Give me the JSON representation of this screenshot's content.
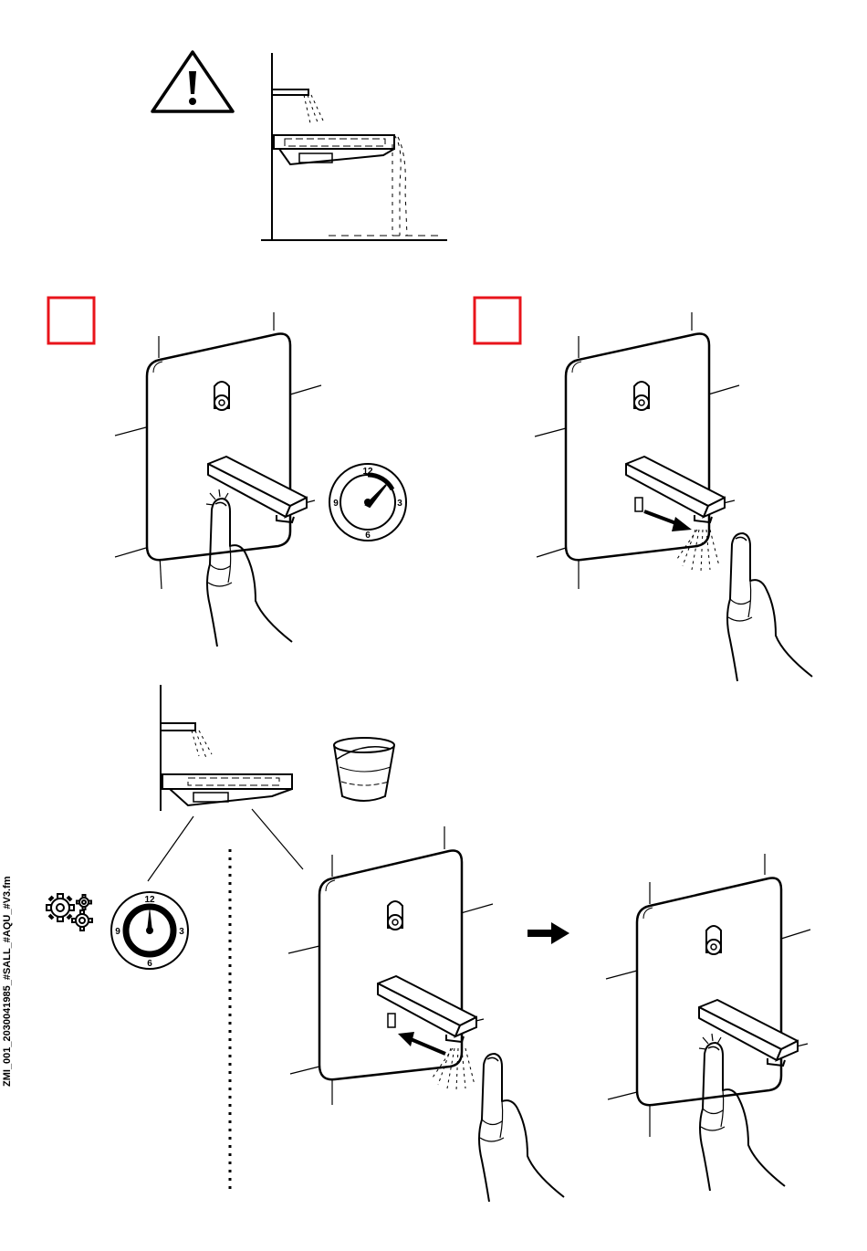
{
  "side_label": "ZMI_001_2030041985_#SALL_#AQU_#V3.fm",
  "colors": {
    "step_box": "#e8141b",
    "ink": "#000000"
  },
  "dial_numbers": [
    "12",
    "3",
    "6",
    "9"
  ],
  "icons": [
    "warning-triangle-icon",
    "gears-icon",
    "right-arrow-icon",
    "bucket-icon"
  ]
}
